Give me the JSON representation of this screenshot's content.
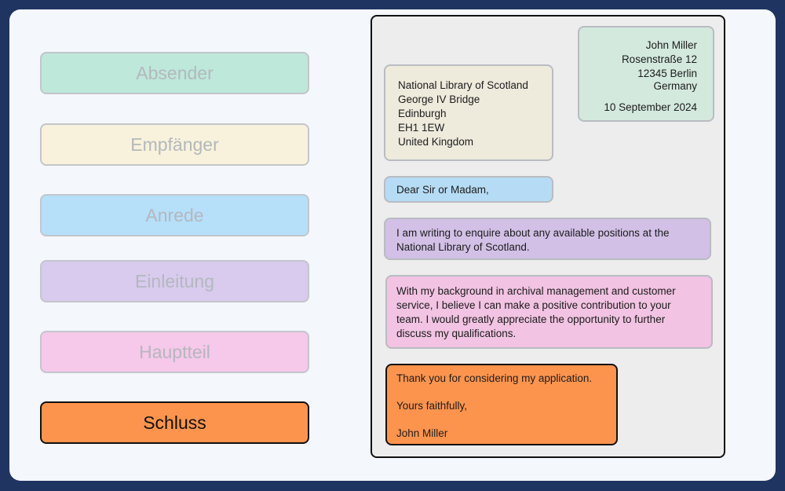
{
  "labels": [
    {
      "text": "Absender",
      "color": "#bde8da",
      "active": false
    },
    {
      "text": "Empfänger",
      "color": "#f8f2dc",
      "active": false
    },
    {
      "text": "Anrede",
      "color": "#b6dffa",
      "active": false
    },
    {
      "text": "Einleitung",
      "color": "#d8cbee",
      "active": false
    },
    {
      "text": "Hauptteil",
      "color": "#f6c8ea",
      "active": false
    },
    {
      "text": "Schluss",
      "color": "#fd944d",
      "active": true
    }
  ],
  "letter": {
    "sender": {
      "name": "John Miller",
      "street": "Rosenstraße 12",
      "city": "12345 Berlin",
      "country": "Germany",
      "date": "10 September 2024",
      "color": "#d3e9de"
    },
    "recipient": {
      "lines": [
        "National Library of Scotland",
        "George IV Bridge",
        "Edinburgh",
        "EH1 1EW",
        "United Kingdom"
      ],
      "color": "#eeeadc"
    },
    "salutation": {
      "text": "Dear Sir or Madam,",
      "color": "#b6dcf5"
    },
    "intro": {
      "text": "I am writing to enquire about any available positions at the National Library of Scotland.",
      "color": "#d2c0e6"
    },
    "body": {
      "text": "With my background in archival management and customer service, I believe I can make a positive contribution to your team. I would greatly appreciate the opportunity to further discuss my qualifications.",
      "color": "#f2c3e3"
    },
    "closing": {
      "thanks": "Thank you for considering my application.",
      "signoff": "Yours faithfully,",
      "name": "John Miller",
      "color": "#fd944d"
    }
  }
}
